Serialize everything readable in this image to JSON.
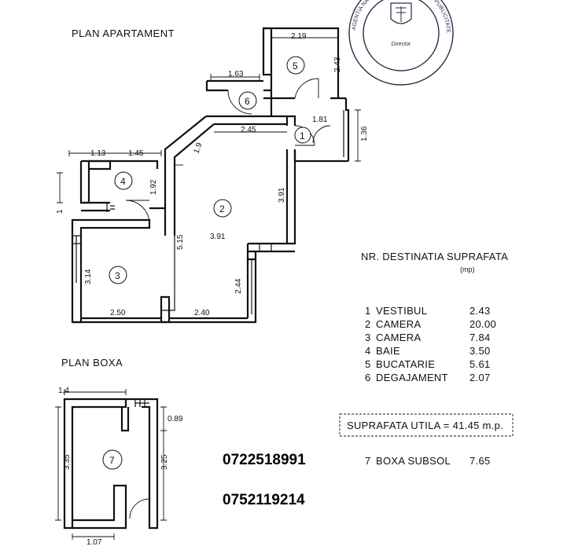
{
  "titles": {
    "apartment_plan": "PLAN APARTAMENT",
    "box_plan": "PLAN BOXA"
  },
  "dimensions": {
    "d_2_19": "2.19",
    "d_2_43_kitchen": "2.43",
    "d_1_63": "1.63",
    "d_1_81": "1.81",
    "d_1_36": "1.36",
    "d_2_45": "2.45",
    "d_1_9": "1.9",
    "d_1_13": "1.13",
    "d_1_45": "1.45",
    "d_1_92": "1.92",
    "d_1": "1",
    "d_3_91_v": "3.91",
    "d_3_91_h": "3.91",
    "d_5_15": "5.15",
    "d_3_14": "3.14",
    "d_2_44": "2.44",
    "d_2_50": "2.50",
    "d_2_40": "2.40",
    "d_1_4": "1,4",
    "d_0_89": "0.89",
    "d_3_35": "3.35",
    "d_3_25": "3.25",
    "d_1_07": "1.07"
  },
  "room_numbers": {
    "r1": "1",
    "r2": "2",
    "r3": "3",
    "r4": "4",
    "r5": "5",
    "r6": "6",
    "r7": "7"
  },
  "table": {
    "header": "NR. DESTINATIA  SUPRAFATA",
    "unit": "(mp)",
    "rows": [
      {
        "nr": "1",
        "name": "VESTIBUL",
        "area": "2.43"
      },
      {
        "nr": "2",
        "name": "CAMERA",
        "area": "20.00"
      },
      {
        "nr": "3",
        "name": "CAMERA",
        "area": "7.84"
      },
      {
        "nr": "4",
        "name": "BAIE",
        "area": "3.50"
      },
      {
        "nr": "5",
        "name": "BUCATARIE",
        "area": "5.61"
      },
      {
        "nr": "6",
        "name": "DEGAJAMENT",
        "area": "2.07"
      }
    ],
    "summary": "SUPRAFATA UTILA = 41.45 m.p.",
    "box_row": {
      "nr": "7",
      "name": "BOXA SUBSOL",
      "area": "7.65"
    }
  },
  "phones": [
    "0722518991",
    "0752119214"
  ],
  "stamp": {
    "outer_text": "AGENTIA NATIONALA DE CADASTRU SI PUBLICITATE IMOBILIARA",
    "center_text": "Director"
  }
}
